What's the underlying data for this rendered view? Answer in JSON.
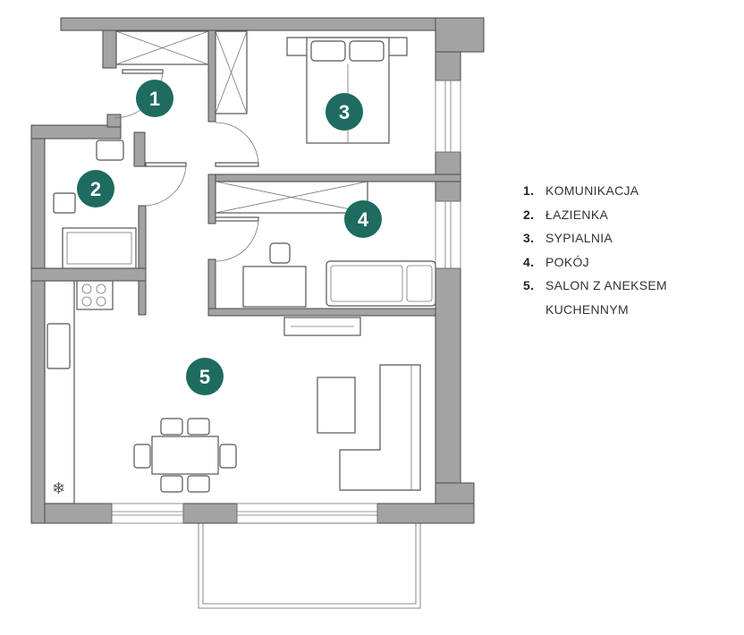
{
  "rooms": [
    {
      "number": "1",
      "name": "KOMUNIKACJA"
    },
    {
      "number": "2",
      "name": "ŁAZIENKA"
    },
    {
      "number": "3",
      "name": "SYPIALNIA"
    },
    {
      "number": "4",
      "name": "POKÓJ"
    },
    {
      "number": "5",
      "name": "SALON Z ANEKSEM",
      "name_cont": "KUCHENNYM"
    }
  ],
  "colors": {
    "marker": "#1e6b60",
    "wall": "#a3a3a3"
  }
}
